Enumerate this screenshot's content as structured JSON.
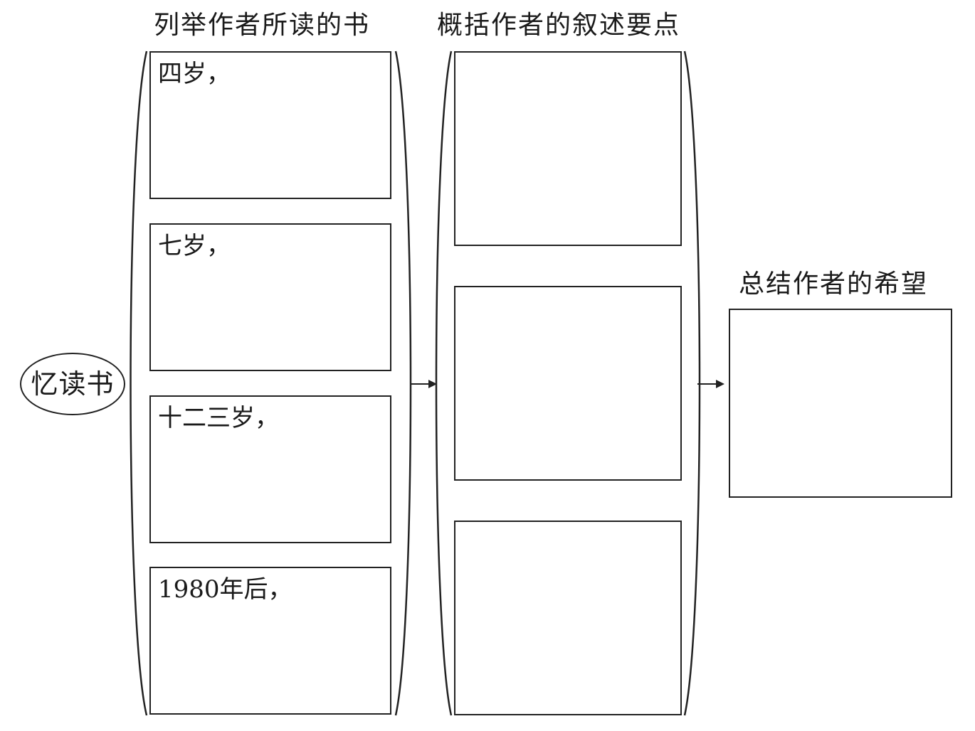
{
  "topic": {
    "label": "忆读书"
  },
  "columns": [
    {
      "header": "列举作者所读的书",
      "boxes": [
        "四岁，",
        "七岁，",
        "十二三岁，",
        "1980年后，"
      ]
    },
    {
      "header": "概括作者的叙述要点",
      "boxes": [
        "",
        "",
        ""
      ]
    },
    {
      "header": "总结作者的希望",
      "boxes": [
        ""
      ]
    }
  ]
}
